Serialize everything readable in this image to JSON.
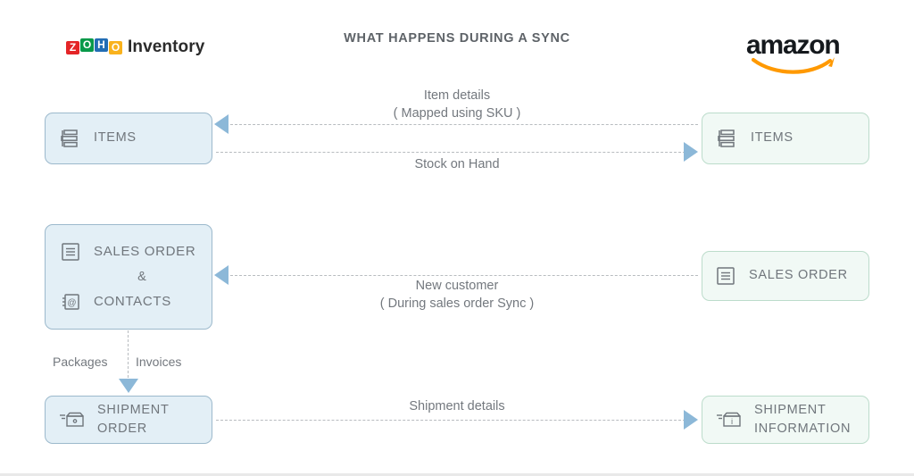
{
  "header": {
    "title": "WHAT HAPPENS DURING A SYNC",
    "left_logo": {
      "name": "Zoho Inventory",
      "mark_letters": [
        "Z",
        "O",
        "H",
        "O"
      ],
      "word": "Inventory",
      "colors": [
        "#e42527",
        "#089949",
        "#226db4",
        "#f9b21d"
      ]
    },
    "right_logo": {
      "name": "amazon",
      "word": "amazon",
      "smile_color": "#ff9900"
    }
  },
  "colors": {
    "blue_fill": "#e3eff6",
    "blue_border": "#9cb9cc",
    "green_fill": "#f1f9f5",
    "green_border": "#bcdccb",
    "arrow": "#8cb8d8",
    "dash_line": "#b8bcc0",
    "text": "#70767c"
  },
  "nodes": {
    "items_left": {
      "label": "ITEMS",
      "icon": "items-list-icon",
      "side": "left"
    },
    "items_right": {
      "label": "ITEMS",
      "icon": "items-list-icon",
      "side": "right"
    },
    "sales_order_left": {
      "label_primary": "SALES ORDER",
      "conjunction": "&",
      "label_secondary": "CONTACTS",
      "icon_primary": "document-lines-icon",
      "icon_secondary": "contacts-at-icon",
      "side": "left"
    },
    "sales_order_right": {
      "label": "SALES ORDER",
      "icon": "document-lines-icon",
      "side": "right"
    },
    "shipment_left": {
      "label_line1": "SHIPMENT",
      "label_line2": "ORDER",
      "icon": "package-box-icon",
      "side": "left"
    },
    "shipment_right": {
      "label_line1": "SHIPMENT",
      "label_line2": "INFORMATION",
      "icon": "package-info-icon",
      "side": "right"
    }
  },
  "connectors": {
    "item_details": {
      "line1": "Item details",
      "line2": "( Mapped using SKU )",
      "direction": "right-to-left"
    },
    "stock_on_hand": {
      "line1": "Stock on Hand",
      "direction": "left-to-right"
    },
    "new_customer": {
      "line1": "New customer",
      "line2": "( During sales order Sync )",
      "direction": "right-to-left"
    },
    "shipment_details": {
      "line1": "Shipment details",
      "direction": "left-to-right"
    },
    "internal_flow": {
      "left_label": "Packages",
      "right_label": "Invoices",
      "direction": "top-to-bottom"
    }
  }
}
